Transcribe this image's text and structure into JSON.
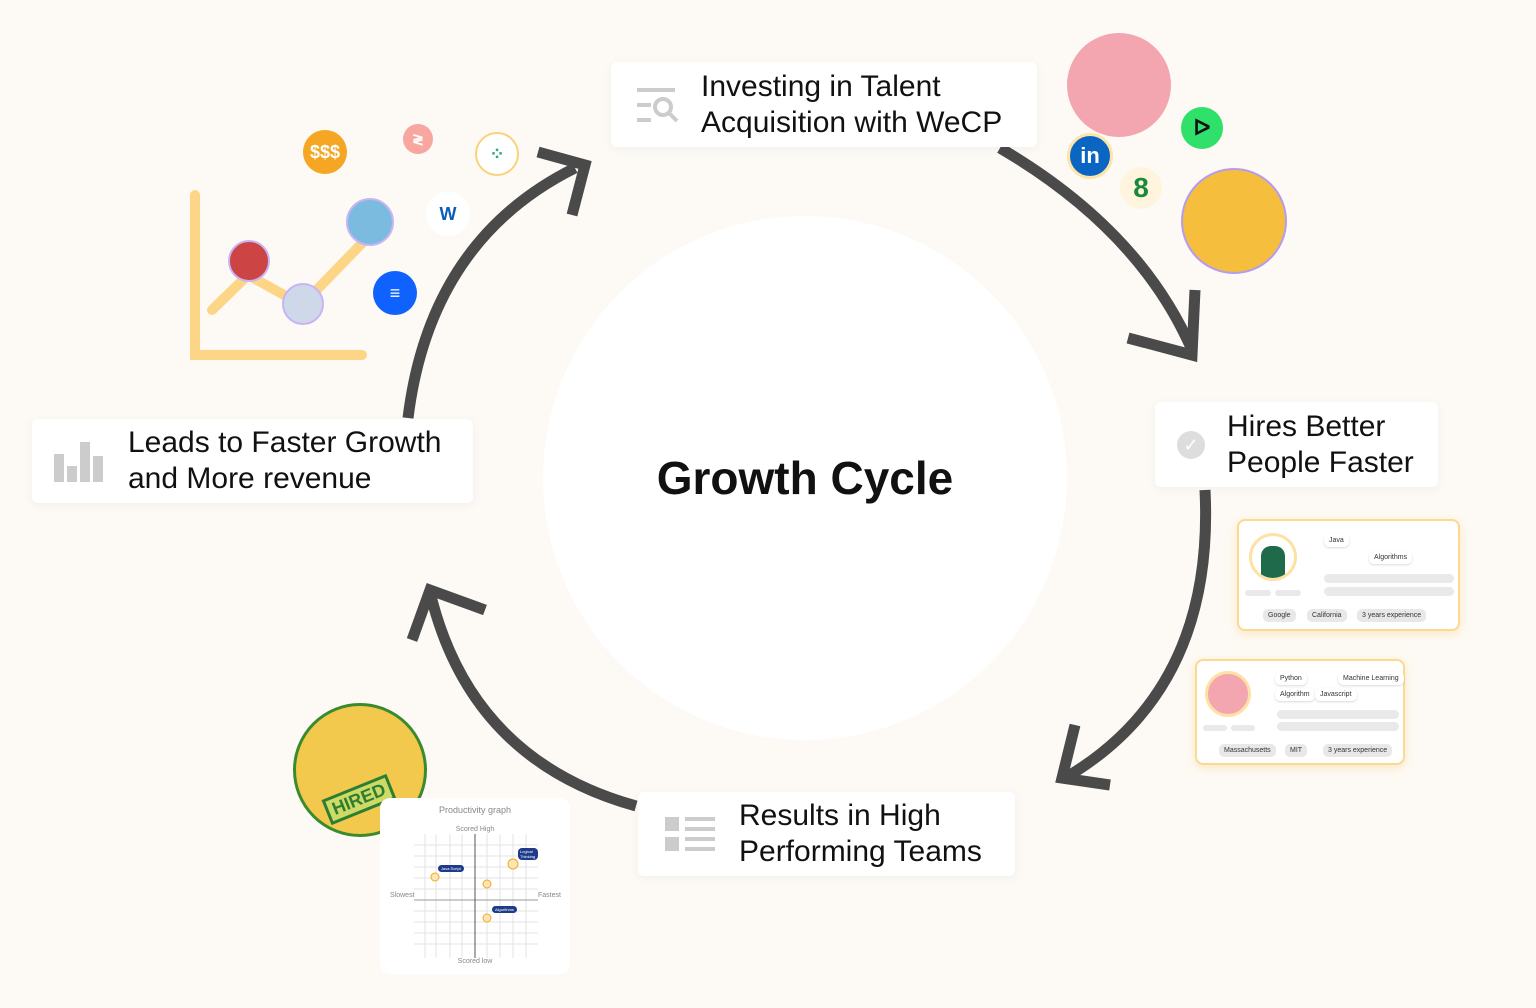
{
  "title": "Growth Cycle",
  "steps": [
    {
      "label_line1": "Investing in Talent",
      "label_line2": "Acquisition with WeCP",
      "icon": "search-list-icon"
    },
    {
      "label_line1": "Hires Better",
      "label_line2": "People Faster",
      "icon": "check-circle-icon"
    },
    {
      "label_line1": "Results in High",
      "label_line2": "Performing Teams",
      "icon": "list-icon"
    },
    {
      "label_line1": "Leads to Faster Growth",
      "label_line2": "and More revenue",
      "icon": "bar-chart-icon"
    }
  ],
  "logos": {
    "linkedin": "in",
    "workday": "W"
  },
  "profiles": [
    {
      "skills": [
        "Java",
        "Algorithms"
      ],
      "tags": [
        "Google",
        "California",
        "3 years experience"
      ]
    },
    {
      "skills": [
        "Python",
        "Machine Learning",
        "Algorithm",
        "Javascript"
      ],
      "tags": [
        "Massachusetts",
        "MIT",
        "3 years experience"
      ]
    }
  ],
  "badge": "HIRED",
  "graph": {
    "title": "Productivity graph",
    "top": "Scored High",
    "bottom": "Scored low",
    "left": "Slowest",
    "right": "Fastest",
    "labels": [
      "Java Script",
      "Logical Thinking",
      "Algorithms"
    ]
  },
  "colors": {
    "arrow": "#4a4a4a",
    "accent": "#fbd27a",
    "linkedin": "#0a66c2"
  }
}
